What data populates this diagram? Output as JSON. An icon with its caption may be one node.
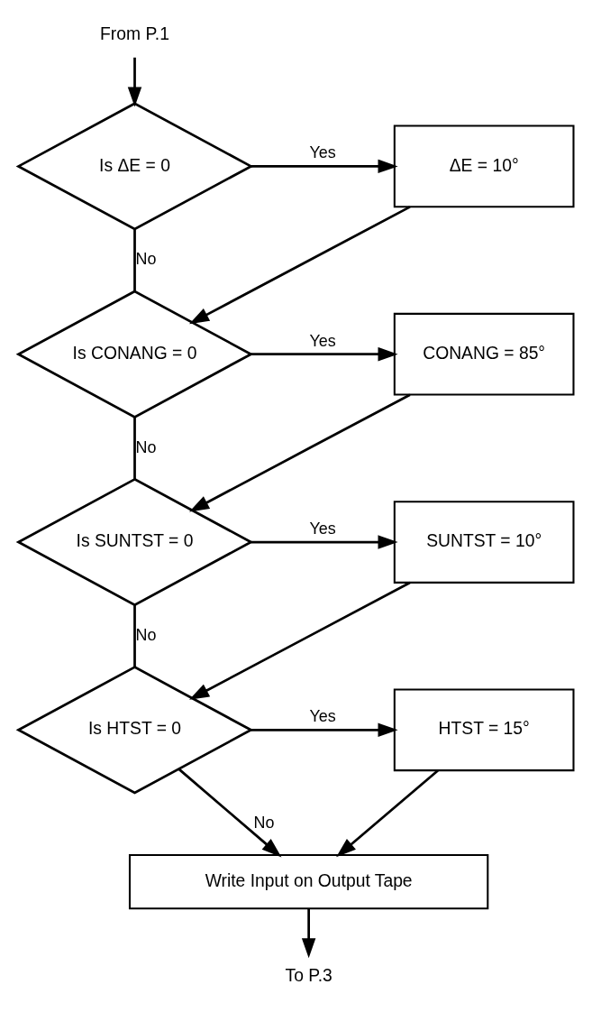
{
  "diagram": {
    "nodes": [
      {
        "text": [
          "From P.1"
        ]
      },
      {
        "text": [
          "Is ΔE = 0"
        ]
      },
      {
        "text": [
          "ΔE = 10°"
        ]
      },
      {
        "text": [
          "Is CONANG = 0"
        ]
      },
      {
        "text": [
          "CONANG = 85°"
        ]
      },
      {
        "text": [
          "Is SUNTST = 0"
        ]
      },
      {
        "text": [
          "SUNTST = 10°"
        ]
      },
      {
        "text": [
          "Is HTST = 0"
        ]
      },
      {
        "text": [
          "HTST = 15°"
        ]
      },
      {
        "text": [
          "Write Input on Output Tape"
        ]
      },
      {
        "text": [
          "To P.3"
        ]
      }
    ],
    "edges": [
      {
        "from": 0,
        "to": 1,
        "arrow": "to"
      },
      {
        "from": 1,
        "to": 2,
        "arrow": "to",
        "label": "Yes"
      },
      {
        "from": 1,
        "to": 3,
        "arrow": "none",
        "label": "No"
      },
      {
        "from": 2,
        "to": 3,
        "arrow": "to"
      },
      {
        "from": 3,
        "to": 4,
        "arrow": "to",
        "label": "Yes"
      },
      {
        "from": 3,
        "to": 5,
        "arrow": "none",
        "label": "No"
      },
      {
        "from": 4,
        "to": 5,
        "arrow": "to"
      },
      {
        "from": 5,
        "to": 6,
        "arrow": "to",
        "label": "Yes"
      },
      {
        "from": 5,
        "to": 7,
        "arrow": "none",
        "label": "No"
      },
      {
        "from": 6,
        "to": 7,
        "arrow": "to"
      },
      {
        "from": 7,
        "to": 8,
        "arrow": "to",
        "label": "Yes"
      },
      {
        "from": 7,
        "to": 9,
        "arrow": "to",
        "label": "No"
      },
      {
        "from": 8,
        "to": 9,
        "arrow": "to"
      },
      {
        "from": 9,
        "to": 10,
        "arrow": "to"
      }
    ]
  }
}
